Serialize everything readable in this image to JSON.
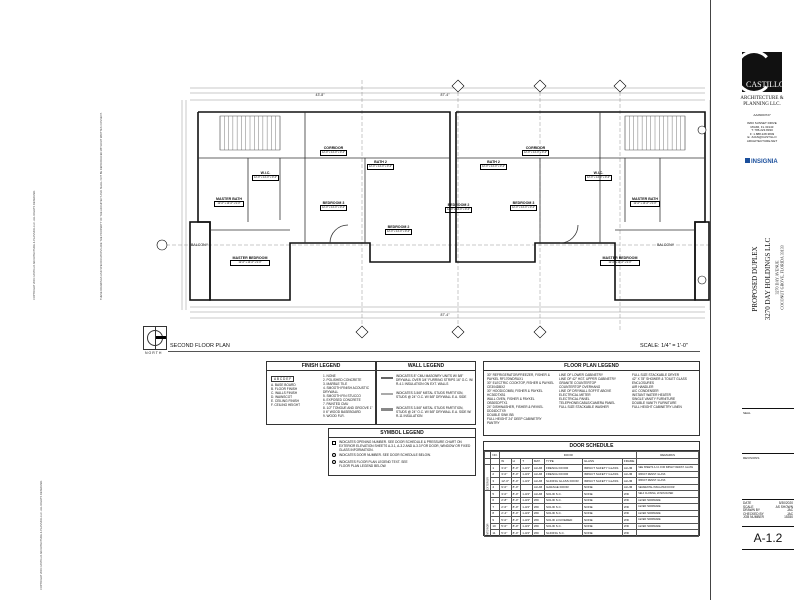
{
  "sheet": {
    "plan_title": "SECOND FLOOR PLAN",
    "scale": "SCALE: 1/4\" = 1'-0\"",
    "north_label": "NORTH",
    "overall_dim": "87'-4\"",
    "sub_dim": "43'-8\""
  },
  "side_notes": [
    "COPYRIGHT 2019 CASTILLO ARCHITECTURE & PLANNING LLC. ALL RIGHTS RESERVED.",
    "THESE DRAWINGS AND SPECIFICATIONS ARE THE PROPERTY OF THE ARCHITECT AND SHALL NOT BE REPRODUCED WITHOUT WRITTEN CONSENT."
  ],
  "rooms": {
    "left": {
      "wic": "W.I.C.",
      "master_bath": "MASTER BATH",
      "master_bedroom": "MASTER BEDROOM",
      "balcony": "BALCONY",
      "corridor": "CORRIDOR",
      "bath2": "BATH 2",
      "bedroom3": "BEDROOM 3",
      "bedroom2": "BEDROOM 2",
      "size": "12'-0\" x 14'-0\" x 9'-0\""
    },
    "right": {
      "wic": "W.I.C.",
      "master_bath": "MASTER BATH",
      "master_bedroom": "MASTER BEDROOM",
      "balcony": "BALCONY",
      "corridor": "CORRIDOR",
      "bath2": "BATH 2",
      "bedroom3": "BEDROOM 3",
      "bedroom2": "BEDROOM 2",
      "size": "12'-0\" x 14'-0\" x 9'-0\""
    }
  },
  "finish_legend": {
    "title": "FINISH LEGEND",
    "key": "A B C D E F",
    "codes": [
      "A. BASE BOARD",
      "B. FLOOR FINISH",
      "C. WALLS FINISH",
      "D. WAINSCOT",
      "E. CEILING FINISH",
      "F. CEILING HEIGHT"
    ],
    "materials": [
      "1. NONE",
      "2. POLISHED CONCRETE",
      "3. MARBLE TILE",
      "4. SMOOTH FINISH ACOUSTIC DRYWALL",
      "5. SMOOTH FIN STUCCO",
      "6. EXPOSED CONCRETE",
      "7. PAINTED CMU",
      "8. 1/2\" TONGUE AND GROOVE 1\" X 6\" WOOD BASEBOARD",
      "9. WOOD FLR."
    ]
  },
  "wall_legend": {
    "title": "WALL LEGEND",
    "items": [
      "INDICATES 8\" CMU MASONRY UNITS W/ 5/8\" DRYWALL OVER 3/4\" FURRING STRIPS 16\" O.C. W/ R-4.1 INSULATION ON EXT. WALLS",
      "INDICATES 3-5/8\" METAL STUDS PARTITION, STUDS @ 24\" O.C. W/ 5/8\" DRYWALL E.A. SIDE",
      "INDICATES 3-5/8\" METAL STUDS PARTITION, STUDS @ 24\" O.C. W/ 5/8\" DRYWALL E.A. SIDE W/ R-11 INSULATION"
    ]
  },
  "symbol_legend": {
    "title": "SYMBOL LEGEND",
    "items": [
      "INDICATES OPENING NUMBER. SEE DOOR SCHEDULE & PRESSURE CHART ON EXTERIOR ELEVATION SHEETS A-3.1, A-3.2 AND A-3.3 FOR DOOR, WINDOW OR FIXED GLASS INFORMATION.",
      "INDICATES DOOR NUMBER. SEE DOOR SCHEDULE BELOW.",
      "INDICATES FLOOR PLAN LEGEND TEXT. SEE FLOOR PLAN LEGEND BELOW."
    ]
  },
  "floor_plan_legend": {
    "title": "FLOOR PLAN LEGEND",
    "col1": [
      "30\" REFRIGERATOR/FREEZER, FISHER & PAYKEL RF170WDRUX1",
      "30\" ELECTRIC COOKTOP, FISHER & PAYKEL CE304DBX2",
      "30\" HOOD/COMBI, FISHER & PAYKEL HC30DTXB1",
      "WALL OVEN, FISHER & PAYKEL OB30SDPTX1",
      "24\" DISHWASHER, FISHER & PAYKEL DD24DCTX9",
      "DOUBLE SINK BB",
      "FULL HEIGHT 24\" DEEP CABINETRY PANTRY"
    ],
    "col2": [
      "LINE OF LOWER CABINETRY",
      "LINE OF 42\" HGT. UPPER CABINETRY",
      "GRANITE COUNTERTOP",
      "COUNTERTOP OVERHANG",
      "LINE OF DRYWALL SOFFIT ABOVE",
      "ELECTRICAL METER",
      "ELECTRICAL PANEL",
      "TELEPHONE/CABLE/CAMERA PANEL",
      "FULL SIZE STACKABLE WASHER"
    ],
    "col3": [
      "FULL SIZE STACKABLE DRYER",
      "42\" X 78\" SHOWER & TOILET GLASS ENCLOSURES",
      "AIR HANDLER",
      "A/C CONDENSER",
      "INSTANT WATER HEATER",
      "SINGLE VANITY FURNITURE",
      "DOUBLE VANITY FURNITURE",
      "FULL HEIGHT CABINETRY LINEN"
    ]
  },
  "door_schedule": {
    "title": "DOOR SCHEDULE",
    "headers": {
      "no": "NO.",
      "door": "DOOR",
      "remarks": "REMARKS",
      "w": "W",
      "h": "H",
      "t": "T",
      "mat": "MAT.",
      "type": "TYPE",
      "glass": "GLASS",
      "frame": "FRAME"
    },
    "groups": [
      "EXTERIOR",
      "INTERIOR"
    ],
    "rows": [
      [
        "1",
        "3'-0\"",
        "8'-0\"",
        "1-3/4\"",
        "ALUM",
        "FRENCH DOOR",
        "IMPACT SAFETY GLASS",
        "ALUM",
        "SEE SHEETS A-3.1 FOR IMPACT RESIST. GLASS"
      ],
      [
        "2",
        "3'-0\"",
        "8'-0\"",
        "1-3/4\"",
        "ALUM",
        "FRENCH DOOR",
        "IMPACT SAFETY GLASS",
        "ALUM",
        "IMPACT RESIST. GLASS"
      ],
      [
        "3",
        "12'-0\"",
        "8'-0\"",
        "1-3/4\"",
        "ALUM",
        "SLIDING GLASS DOOR",
        "IMPACT SAFETY GLASS",
        "ALUM",
        "IMPACT RESIST. GLASS"
      ],
      [
        "4",
        "9'-0\"",
        "8'-0\"",
        "",
        "ALUM",
        "GARAGE DOOR",
        "NONE",
        "ALUM",
        "SEGMENTAL INSULATED DOOR"
      ],
      [
        "5",
        "3'-0\"",
        "8'-0\"",
        "1-3/4\"",
        "ALUM",
        "SOLID S.C.",
        "NONE",
        "WD",
        "SELF CLOSING, 20 MIN RATED"
      ],
      [
        "6",
        "2'-8\"",
        "8'-0\"",
        "1-3/4\"",
        "WD",
        "SOLID S.C.",
        "NONE",
        "WD",
        "LEVER HARDWARE"
      ],
      [
        "7",
        "2'-6\"",
        "8'-0\"",
        "1-3/4\"",
        "WD",
        "SOLID S.C.",
        "NONE",
        "WD",
        "LEVER HARDWARE"
      ],
      [
        "8",
        "2'-4\"",
        "8'-0\"",
        "1-3/4\"",
        "WD",
        "SOLID S.C.",
        "NONE",
        "WD",
        "LEVER HARDWARE"
      ],
      [
        "9",
        "5'-0\"",
        "8'-0\"",
        "1-3/4\"",
        "WD",
        "SOLID LOUVERED",
        "NONE",
        "WD",
        "LEVER HARDWARE"
      ],
      [
        "10",
        "5'-0\"",
        "8'-0\"",
        "1-3/4\"",
        "WD",
        "SOLID S.C.",
        "NONE",
        "WD",
        "LEVER HARDWARE"
      ],
      [
        "11",
        "5'-0\"",
        "8'-0\"",
        "1-3/4\"",
        "WD",
        "SLIDING S.C.",
        "NONE",
        "WD",
        ""
      ]
    ]
  },
  "title_block": {
    "firm_logo": "CASTILLO",
    "firm_name": "ARCHITECTURE & PLANNING LLC.",
    "license": "AA26003727",
    "address": [
      "8200 SUNSET DRIVE",
      "MIAMI, FL 33143",
      "T: 786.223.8330",
      "F: 1.888.228.3849",
      "E: JUAN@CASTILLO",
      "ARCHITECTURE.NET"
    ],
    "partner_logo": "INSIGNIA",
    "project": "PROPOSED DUPLEX",
    "client": "3270 DAY HOLDINGS LLC",
    "project_address": [
      "3270 DAY AVENUE",
      "COCONUT GROVE, FLORIDA 33133"
    ],
    "seal_label": "SEAL",
    "revisions_label": "REVISIONS",
    "info": [
      [
        "DATE",
        "5/30/2020"
      ],
      [
        "SCALE",
        "AS SHOWN"
      ],
      [
        "DRAWN BY",
        "JAC"
      ],
      [
        "CHECKED BY",
        "JAC"
      ],
      [
        "JOB NUMBER",
        "15350"
      ]
    ],
    "sheet_number": "A-1.2"
  }
}
